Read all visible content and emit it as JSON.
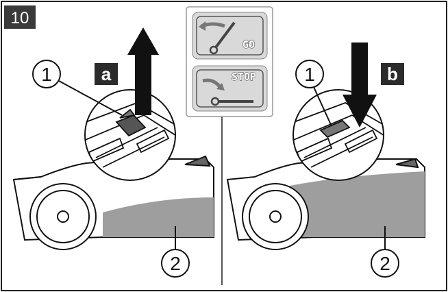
{
  "figure_number": "10",
  "legend": {
    "go_label": "GO",
    "stop_label": "STOP"
  },
  "panels": [
    {
      "tag": "a",
      "lever_callout": "1",
      "housing_callout": "2",
      "arrow_direction": "up"
    },
    {
      "tag": "b",
      "lever_callout": "1",
      "housing_callout": "2",
      "arrow_direction": "down"
    }
  ],
  "colors": {
    "ink": "#111111",
    "tag_background": "#2b2b2b",
    "figure_number_background": "#3a3a3a",
    "housing_shade": "#9e9e9e",
    "sign_background": "#d9d9d9"
  }
}
